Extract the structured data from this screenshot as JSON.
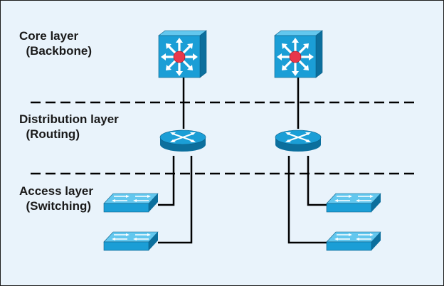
{
  "layers": [
    {
      "name": "Core layer",
      "role": "(Backbone)",
      "device": "multilayer-switch"
    },
    {
      "name": "Distribution layer",
      "role": "(Routing)",
      "device": "router"
    },
    {
      "name": "Access layer",
      "role": "(Switching)",
      "device": "workgroup-switch"
    }
  ],
  "colors": {
    "background": "#e9f3fb",
    "device_face": "#1b9ed6",
    "device_top": "#63c7ee",
    "device_side": "#0c6f9d",
    "core_center": "#e8364a",
    "links": "#000000",
    "separator": "#000000"
  },
  "icons": {
    "core": "multilayer-switch-icon",
    "distribution": "router-icon",
    "access": "workgroup-switch-icon"
  }
}
